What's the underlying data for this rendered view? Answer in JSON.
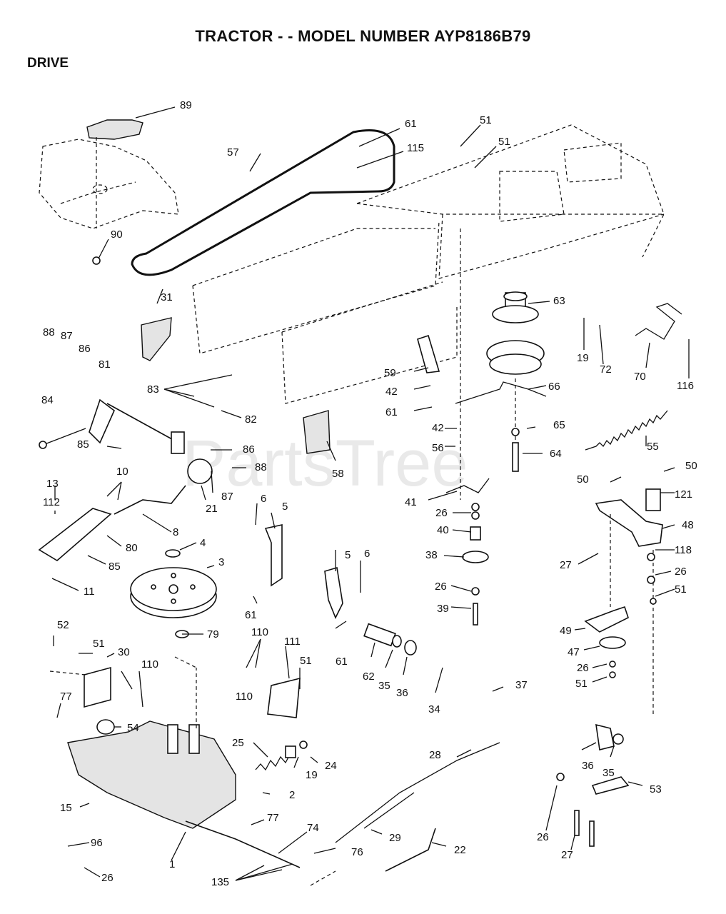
{
  "header": {
    "title": "TRACTOR - - MODEL NUMBER AYP8186B79",
    "section": "DRIVE"
  },
  "watermark": "PartsTree",
  "callouts": {
    "c89": "89",
    "c57": "57",
    "c61a": "61",
    "c115": "115",
    "c51a": "51",
    "c51b": "51",
    "c90": "90",
    "c63": "63",
    "c31": "31",
    "c19a": "19",
    "c72": "72",
    "c70": "70",
    "c116": "116",
    "c88a": "88",
    "c87a": "87",
    "c86a": "86",
    "c81": "81",
    "c59": "59",
    "c42a": "42",
    "c66": "66",
    "c83": "83",
    "c82": "82",
    "c61b": "61",
    "c84": "84",
    "c42b": "42",
    "c65": "65",
    "c56": "56",
    "c85a": "85",
    "c86b": "86",
    "c88b": "88",
    "c58": "58",
    "c64": "64",
    "c55": "55",
    "c10": "10",
    "c13": "13",
    "c87b": "87",
    "c50a": "50",
    "c50b": "50",
    "c112": "112",
    "c21": "21",
    "c6a": "6",
    "c5a": "5",
    "c41": "41",
    "c26a": "26",
    "c121": "121",
    "c48": "48",
    "c8": "8",
    "c80": "80",
    "c40": "40",
    "c4": "4",
    "c85b": "85",
    "c3": "3",
    "c5b": "5",
    "c6b": "6",
    "c38": "38",
    "c27a": "27",
    "c118": "118",
    "c26b": "26",
    "c11": "11",
    "c26c": "26",
    "c51c": "51",
    "c61c": "61",
    "c39": "39",
    "c52": "52",
    "c79": "79",
    "c49": "49",
    "c51d": "51",
    "c30": "30",
    "c110a": "110",
    "c111": "111",
    "c110b": "110",
    "c51e": "51",
    "c61d": "61",
    "c62": "62",
    "c35a": "35",
    "c36a": "36",
    "c47": "47",
    "c26d": "26",
    "c51f": "51",
    "c77a": "77",
    "c110c": "110",
    "c37": "37",
    "c34": "34",
    "c54": "54",
    "c25": "25",
    "c24": "24",
    "c28": "28",
    "c36b": "36",
    "c35b": "35",
    "c19b": "19",
    "c53": "53",
    "c15": "15",
    "c2": "2",
    "c77b": "77",
    "c29": "29",
    "c26e": "26",
    "c74": "74",
    "c22": "22",
    "c96": "96",
    "c27b": "27",
    "c1": "1",
    "c76": "76",
    "c26f": "26",
    "c135": "135"
  }
}
